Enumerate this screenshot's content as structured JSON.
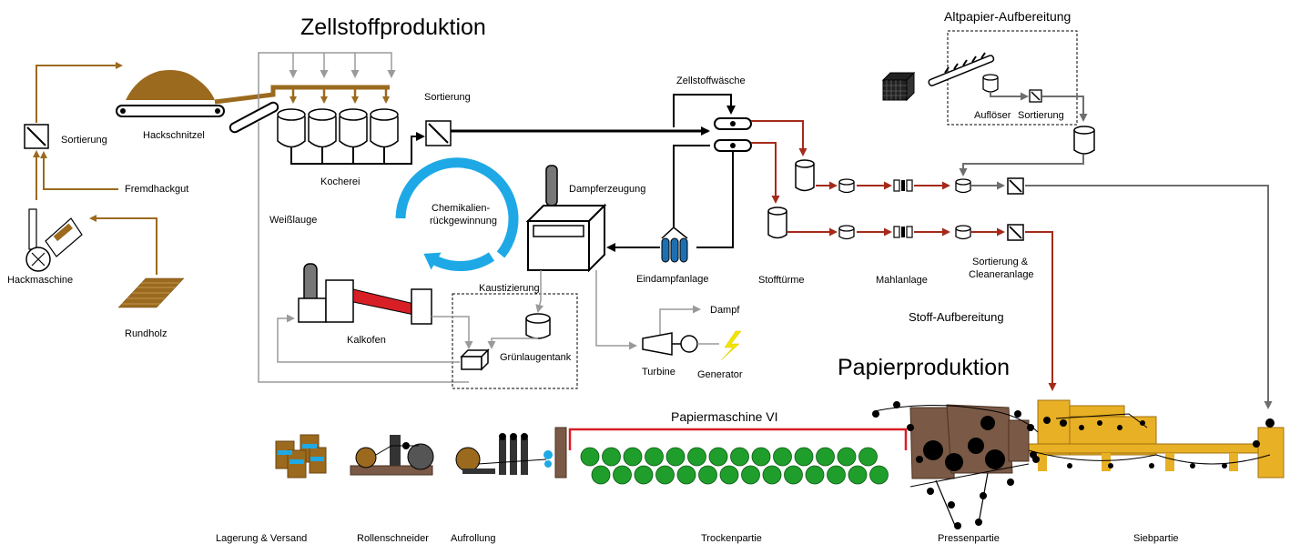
{
  "titles": {
    "zellstoff": "Zellstoffproduktion",
    "papier": "Papierproduktion",
    "altpapier": "Altpapier-Aufbereitung",
    "stoff_aufbereitung": "Stoff-Aufbereitung",
    "papiermaschine": "Papiermaschine VI"
  },
  "labels": {
    "sortierung_left": "Sortierung",
    "hackschnitzel": "Hackschnitzel",
    "fremdhackgut": "Fremdhackgut",
    "hackmaschine": "Hackmaschine",
    "rundholz": "Rundholz",
    "kocherei": "Kocherei",
    "sortierung_top": "Sortierung",
    "weisslauge": "Weißlauge",
    "chemikalien_1": "Chemikalien-",
    "chemikalien_2": "rückgewinnung",
    "dampferzeugung": "Dampferzeugung",
    "zellstoffwaesche": "Zellstoffwäsche",
    "eindampfanlage": "Eindampfanlage",
    "kaustizierung": "Kaustizierung",
    "kalkofen": "Kalkofen",
    "gruenlaugentank": "Grünlaugentank",
    "dampf": "Dampf",
    "turbine": "Turbine",
    "generator": "Generator",
    "aufloeser": "Auflöser",
    "sortierung_alt": "Sortierung",
    "stofftuerme": "Stofftürme",
    "mahlanlage": "Mahlanlage",
    "sortierung_cleaner_1": "Sortierung &",
    "sortierung_cleaner_2": "Cleaneranlage",
    "lagerung": "Lagerung & Versand",
    "rollenschneider": "Rollenschneider",
    "aufrollung": "Aufrollung",
    "trockenpartie": "Trockenpartie",
    "pressenpartie": "Pressenpartie",
    "siebpartie": "Siebpartie"
  },
  "colors": {
    "wood": "#9B6A1E",
    "pulp": "#A52A1A",
    "gray": "#9A9A9A",
    "black": "#000000",
    "cycle": "#1EA9E6",
    "dryer": "#1F9E2B",
    "machine": "#E8B024",
    "press": "#7A5A46",
    "kiln": "#D81F26"
  }
}
